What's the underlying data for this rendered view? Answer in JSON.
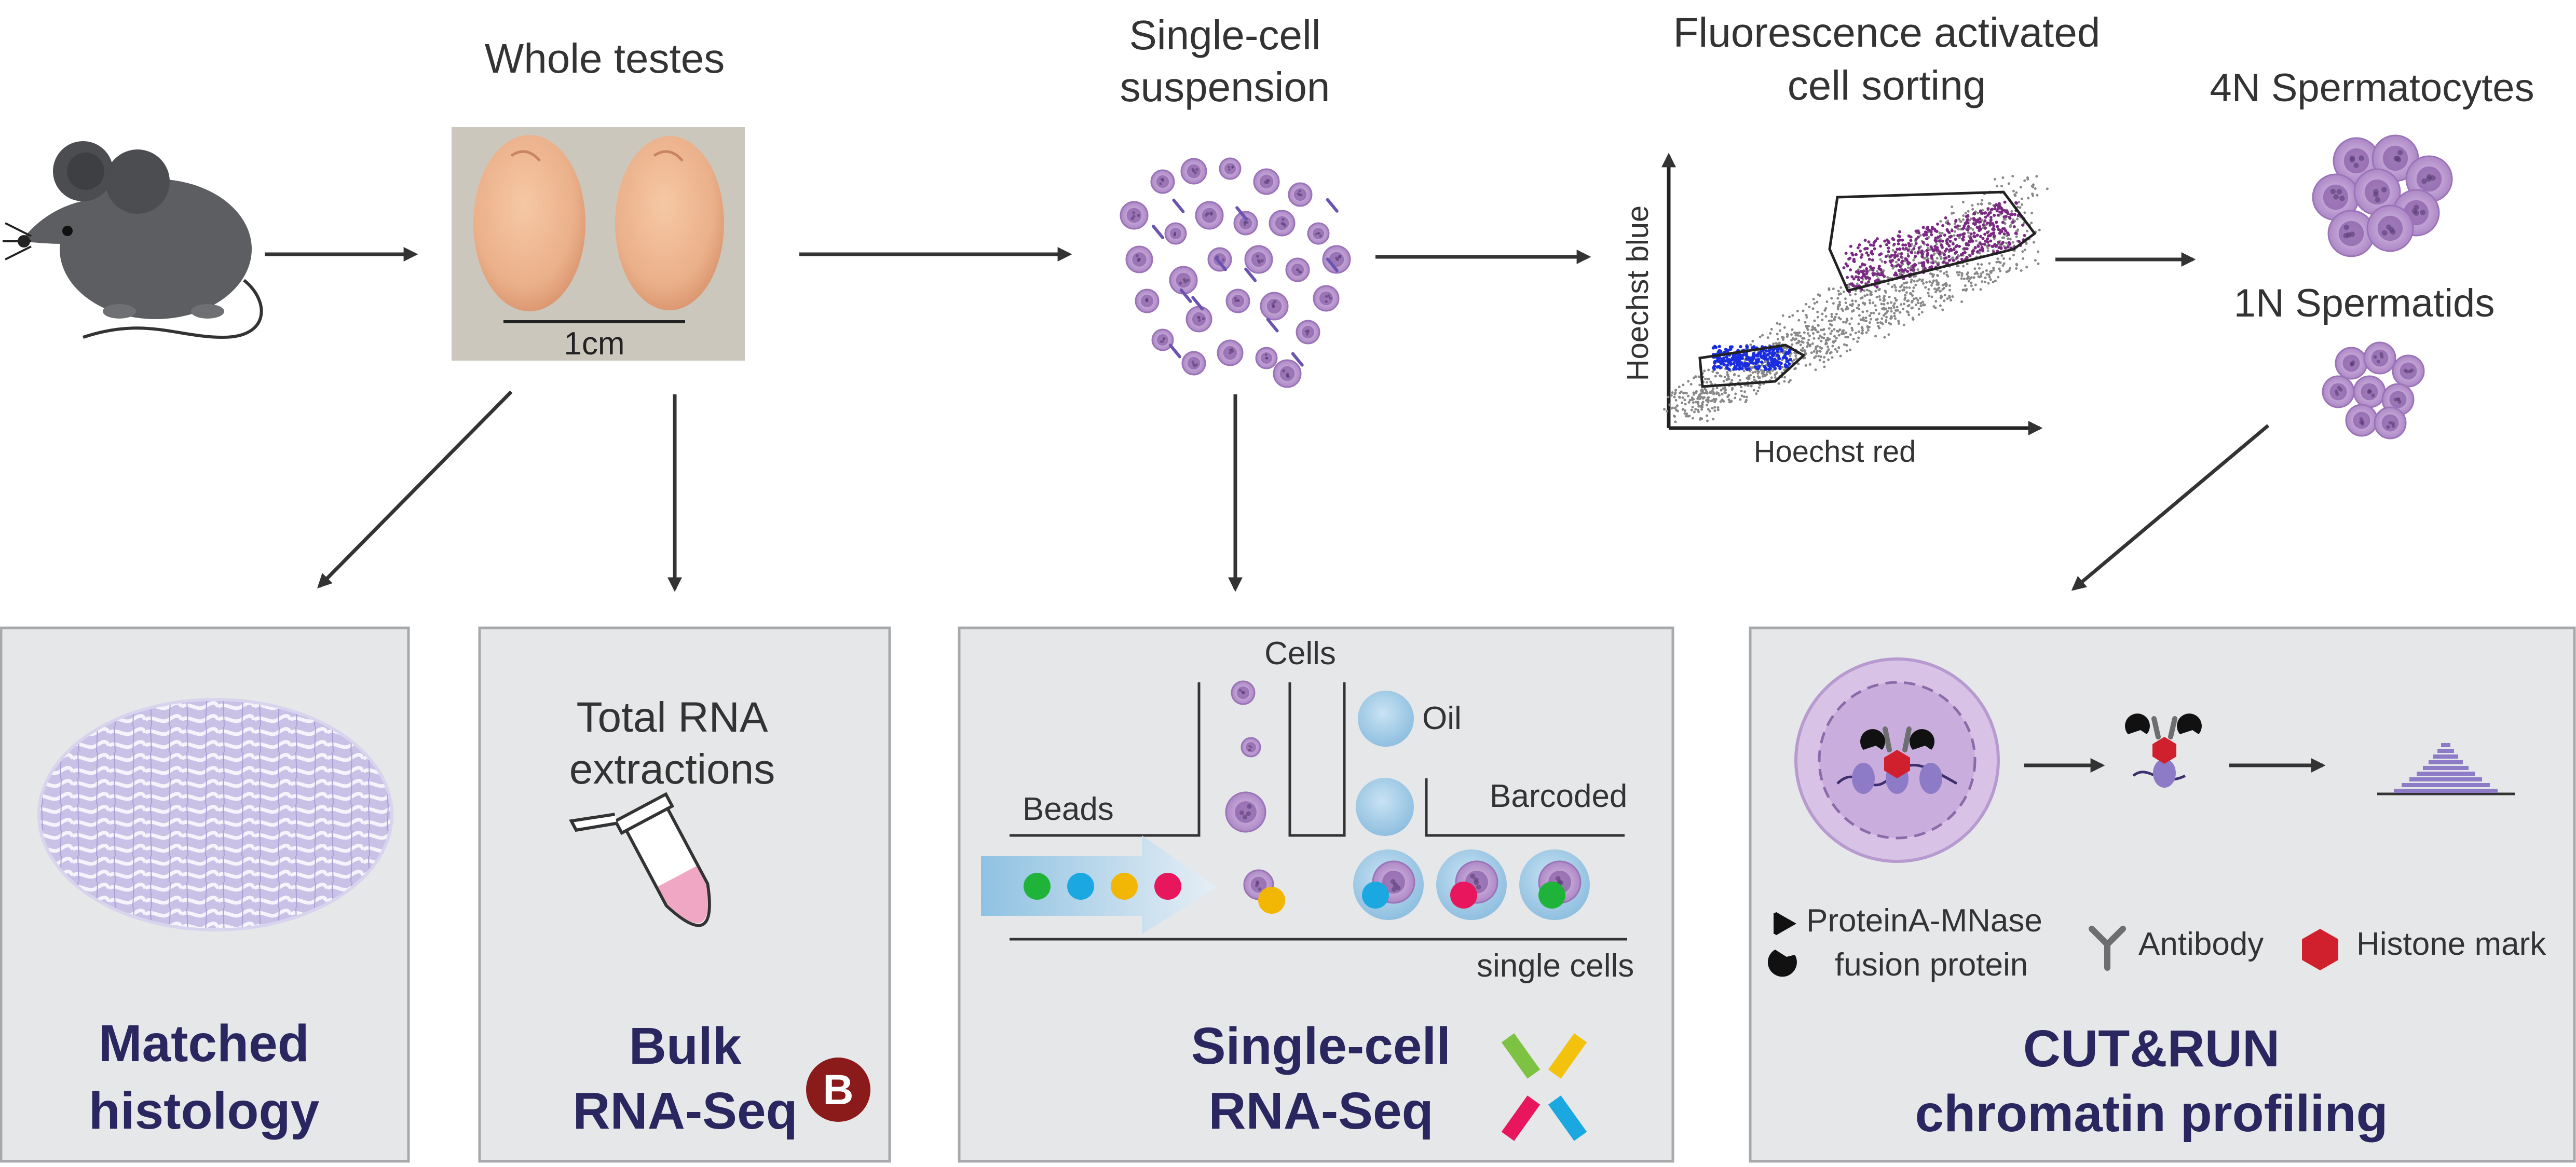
{
  "top": {
    "whole_testes": "Whole testes",
    "scale_bar": "1cm",
    "suspension_line1": "Single-cell",
    "suspension_line2": "suspension",
    "facs_line1": "Fluorescence activated",
    "facs_line2": "cell sorting",
    "facs_xaxis": "Hoechst red",
    "facs_yaxis": "Hoechst blue",
    "spermatocytes": "4N Spermatocytes",
    "spermatids": "1N Spermatids"
  },
  "panels": {
    "histology": {
      "title_line1": "Matched",
      "title_line2": "histology"
    },
    "bulk": {
      "subtitle_line1": "Total RNA",
      "subtitle_line2": "extractions",
      "title_line1": "Bulk",
      "title_line2": "RNA-Seq",
      "logo_letter": "B"
    },
    "scrna": {
      "cells": "Cells",
      "oil": "Oil",
      "beads": "Beads",
      "barcoded": "Barcoded",
      "single_cells": "single cells",
      "title_line1": "Single-cell",
      "title_line2": "RNA-Seq"
    },
    "cutrun": {
      "legend_proteinA_line1": "ProteinA-MNase",
      "legend_proteinA_line2": "fusion protein",
      "legend_antibody": "Antibody",
      "legend_histone": "Histone mark",
      "title_line1": "CUT&RUN",
      "title_line2": "chromatin profiling"
    }
  },
  "colors": {
    "title": "#2a2660",
    "panel_fill": "#e6e7e8",
    "panel_border": "#a7a9ac",
    "arrow": "#333333",
    "cell_purple": "#b48fc9",
    "bead_green": "#1fb33a",
    "bead_cyan": "#1ba8e0",
    "bead_yellow": "#f2b705",
    "bead_magenta": "#e8175d",
    "histone_red": "#d0202e",
    "logo_red": "#8b1a1a"
  }
}
